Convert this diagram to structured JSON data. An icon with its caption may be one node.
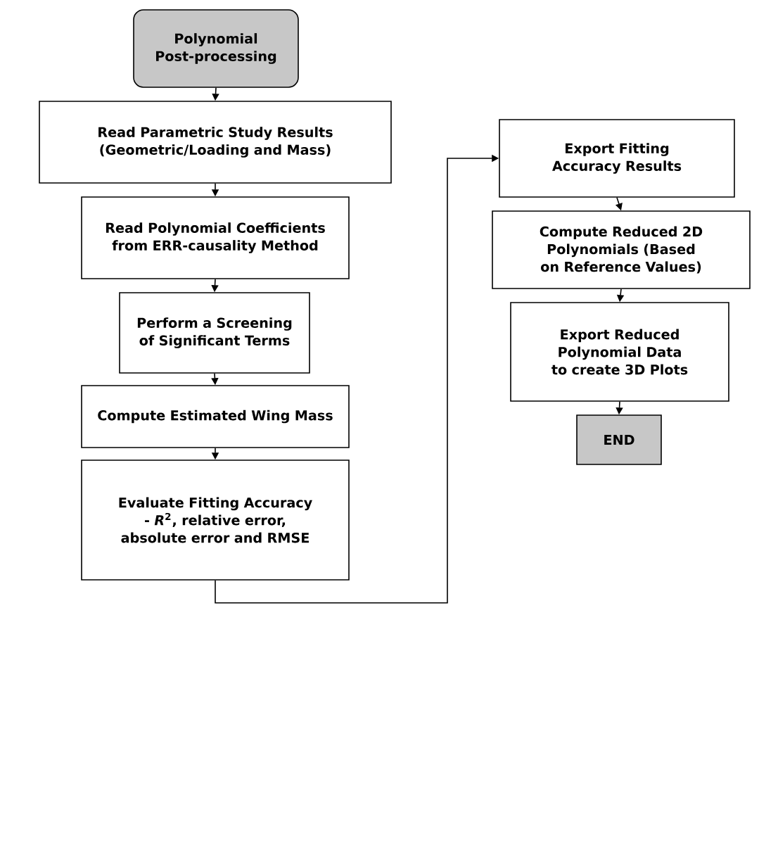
{
  "diagram": {
    "nodes": [
      {
        "text": [
          "Polynomial Post-processing"
        ]
      },
      {
        "text": [
          "Read Parametric Study Results (Geometric/Loading and Mass)"
        ]
      },
      {
        "text": [
          "Read Polynomial Coefficients from ERR-causality Method"
        ]
      },
      {
        "text": [
          "Perform a Screening of Significant Terms"
        ]
      },
      {
        "text": [
          "Compute Estimated Wing Mass"
        ]
      },
      {
        "text": [
          "Evaluate Fitting Accuracy - *R*$^{2}$, relative error, absolute error and RMSE"
        ]
      },
      {
        "text": [
          "Export Fitting Accuracy Results"
        ]
      },
      {
        "text": [
          "Compute Reduced 2D Polynomials (Based on Reference Values)"
        ]
      },
      {
        "text": [
          "Export Reduced Polynomial Data to create 3D Plots"
        ]
      },
      {
        "text": [
          "END"
        ]
      }
    ],
    "edges": [
      {
        "from": 0,
        "to": 1,
        "arrow": "to"
      },
      {
        "from": 1,
        "to": 2,
        "arrow": "to"
      },
      {
        "from": 2,
        "to": 3,
        "arrow": "to"
      },
      {
        "from": 3,
        "to": 4,
        "arrow": "to"
      },
      {
        "from": 4,
        "to": 5,
        "arrow": "to"
      },
      {
        "from": 5,
        "to": 6,
        "arrow": "to"
      },
      {
        "from": 6,
        "to": 7,
        "arrow": "to"
      },
      {
        "from": 7,
        "to": 8,
        "arrow": "to"
      },
      {
        "from": 8,
        "to": 9,
        "arrow": "to"
      }
    ]
  }
}
